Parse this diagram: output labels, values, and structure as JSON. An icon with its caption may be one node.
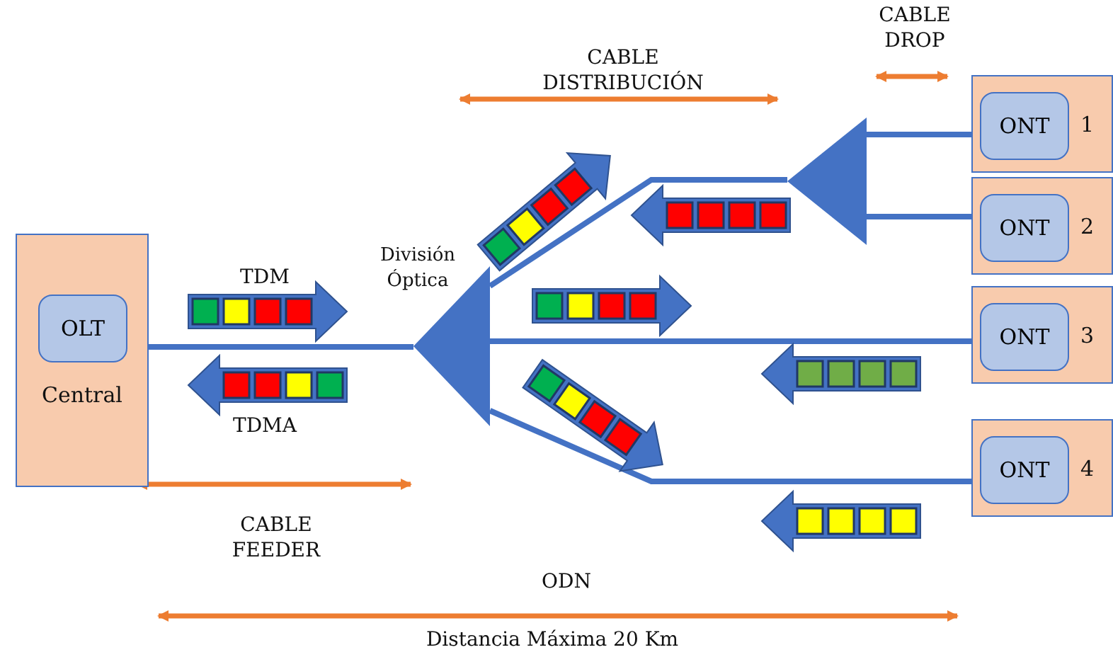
{
  "diagram": {
    "nodes": [
      {
        "text": [
          "Central"
        ]
      },
      {
        "text": [
          "OLT"
        ],
        "in": 0
      },
      {
        "text": [
          "División Óptica"
        ]
      },
      {
        "text": [],
        "shape": "triangle"
      },
      {
        "text": [
          "1"
        ]
      },
      {
        "text": [
          "ONT"
        ],
        "in": 4
      },
      {
        "text": [
          "2"
        ]
      },
      {
        "text": [
          "ONT"
        ],
        "in": 6
      },
      {
        "text": [
          "3"
        ]
      },
      {
        "text": [
          "ONT"
        ],
        "in": 8
      },
      {
        "text": [
          "4"
        ]
      },
      {
        "text": [
          "ONT"
        ],
        "in": 10
      }
    ],
    "edges": [
      {
        "from": 0,
        "to": 2,
        "arrow": "none"
      },
      {
        "from": 2,
        "to": 3,
        "arrow": "none"
      },
      {
        "from": 2,
        "to": 8,
        "arrow": "none"
      },
      {
        "from": 2,
        "to": 10,
        "arrow": "none"
      },
      {
        "from": 3,
        "to": 4,
        "arrow": "none"
      },
      {
        "from": 3,
        "to": 6,
        "arrow": "none"
      }
    ],
    "labels": [
      "CABLE DISTRIBUCIÓN",
      "CABLE DROP",
      "TDM",
      "TDMA",
      "CABLE FEEDER",
      "ODN",
      "Distancia Máxima 20 Km"
    ]
  }
}
